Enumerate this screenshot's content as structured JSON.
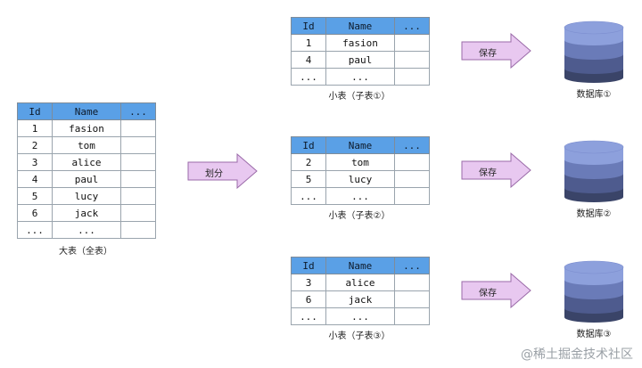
{
  "columns": [
    "Id",
    "Name",
    "..."
  ],
  "full_table": {
    "caption": "大表（全表）",
    "rows": [
      [
        "1",
        "fasion",
        ""
      ],
      [
        "2",
        "tom",
        ""
      ],
      [
        "3",
        "alice",
        ""
      ],
      [
        "4",
        "paul",
        ""
      ],
      [
        "5",
        "lucy",
        ""
      ],
      [
        "6",
        "jack",
        ""
      ],
      [
        "...",
        "...",
        ""
      ]
    ]
  },
  "split_label": "划分",
  "sub_tables": [
    {
      "caption": "小表（子表①）",
      "rows": [
        [
          "1",
          "fasion",
          ""
        ],
        [
          "4",
          "paul",
          ""
        ],
        [
          "...",
          "...",
          ""
        ]
      ],
      "save_label": "保存",
      "db_caption": "数据库①"
    },
    {
      "caption": "小表（子表②）",
      "rows": [
        [
          "2",
          "tom",
          ""
        ],
        [
          "5",
          "lucy",
          ""
        ],
        [
          "...",
          "...",
          ""
        ]
      ],
      "save_label": "保存",
      "db_caption": "数据库②"
    },
    {
      "caption": "小表（子表③）",
      "rows": [
        [
          "3",
          "alice",
          ""
        ],
        [
          "6",
          "jack",
          ""
        ],
        [
          "...",
          "...",
          ""
        ]
      ],
      "save_label": "保存",
      "db_caption": "数据库③"
    }
  ],
  "watermark": "@稀土掘金技术社区",
  "colors": {
    "header": "#5aa0e6",
    "arrow_fill": "#e8c8f0",
    "arrow_stroke": "#9a6aa8",
    "db_layers": [
      "#8da0dc",
      "#6a7bb8",
      "#4e5b8e",
      "#3a4468"
    ]
  }
}
